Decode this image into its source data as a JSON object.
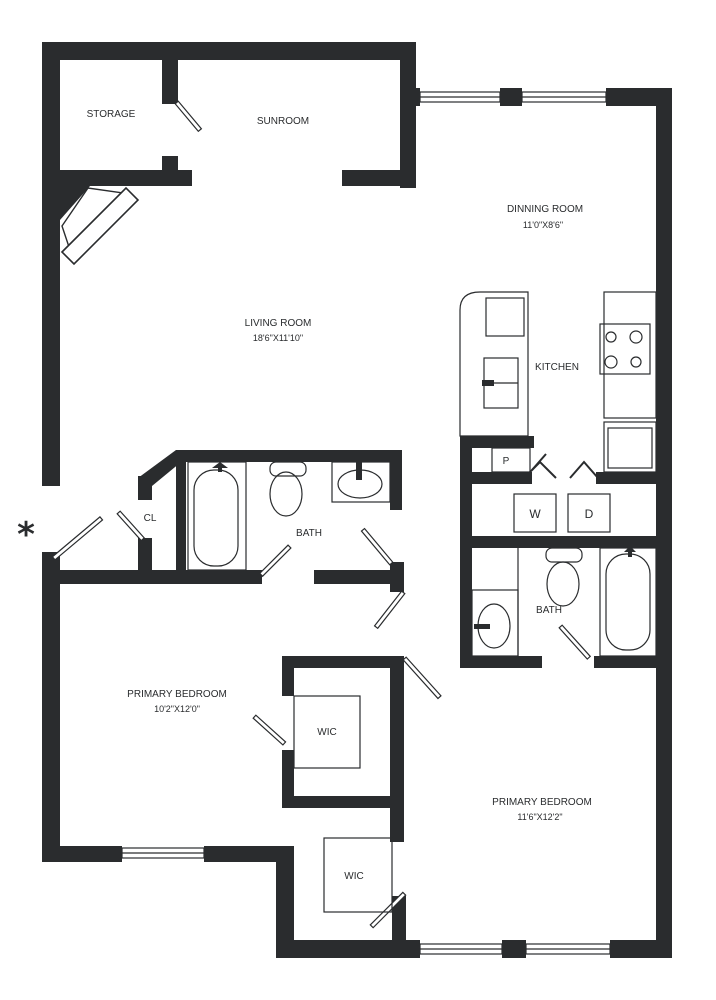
{
  "rooms": {
    "storage": {
      "label": "STORAGE"
    },
    "sunroom": {
      "label": "SUNROOM"
    },
    "dining_room": {
      "label": "DINNING ROOM",
      "size": "11'0\"X8'6\""
    },
    "living_room": {
      "label": "LIVING ROOM",
      "size": "18'6\"X11'10\""
    },
    "kitchen": {
      "label": "KITCHEN"
    },
    "closet": {
      "label": "CL"
    },
    "bath_1": {
      "label": "BATH"
    },
    "bath_2": {
      "label": "BATH"
    },
    "pantry": {
      "label": "P"
    },
    "primary_bedroom_1": {
      "label": "PRIMARY BEDROOM",
      "size": "10'2\"X12'0\""
    },
    "primary_bedroom_2": {
      "label": "PRIMARY BEDROOM",
      "size": "11'6\"X12'2\""
    },
    "wic_1": {
      "label": "WIC"
    },
    "wic_2": {
      "label": "WIC"
    }
  },
  "appliances": {
    "washer": "W",
    "dryer": "D"
  },
  "entry_marker": "*"
}
